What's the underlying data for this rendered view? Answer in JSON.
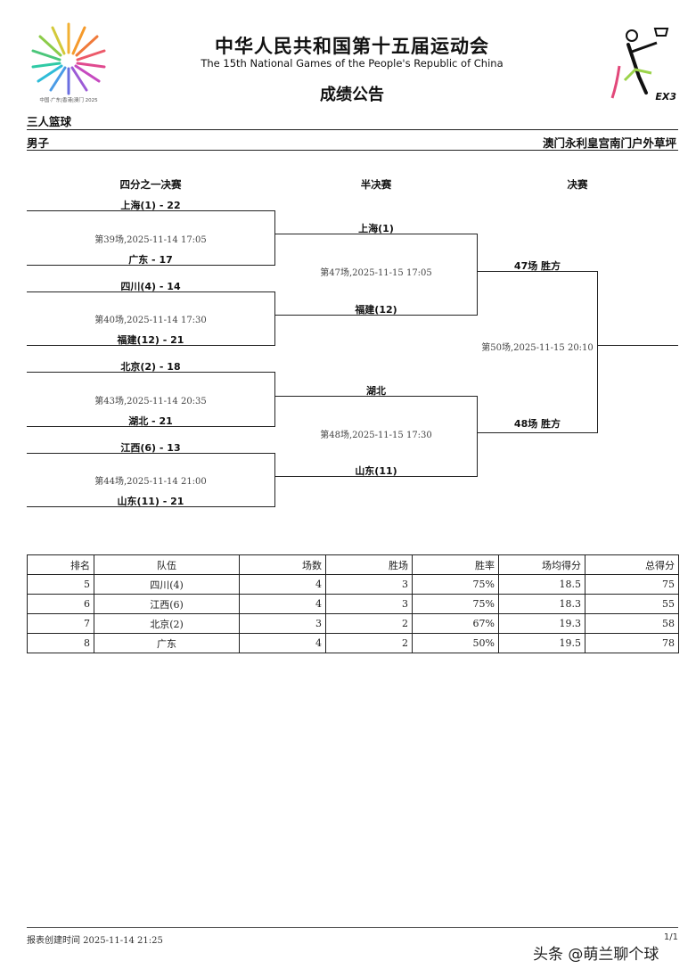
{
  "header": {
    "title_cn": "中华人民共和国第十五届运动会",
    "title_en": "The 15th National Games of the People's Republic of China",
    "notice": "成绩公告",
    "logo_caption": "中国·广东|香港|澳门 2025",
    "ex3_label": "EX3"
  },
  "meta": {
    "sport": "三人篮球",
    "gender": "男子",
    "venue": "澳门永利皇宫南门户外草坪"
  },
  "bracket": {
    "round_labels": {
      "qf": "四分之一决赛",
      "sf": "半决赛",
      "final": "决赛"
    },
    "quarterfinals": [
      {
        "top": "上海(1)  - 22",
        "bottom": "广东  - 17",
        "info": "第39场,2025-11-14  17:05"
      },
      {
        "top": "四川(4)  - 14",
        "bottom": "福建(12)  - 21",
        "info": "第40场,2025-11-14  17:30"
      },
      {
        "top": "北京(2)  - 18",
        "bottom": "湖北  - 21",
        "info": "第43场,2025-11-14  20:35"
      },
      {
        "top": "江西(6)  - 13",
        "bottom": "山东(11)  - 21",
        "info": "第44场,2025-11-14  21:00"
      }
    ],
    "semifinals": [
      {
        "top": "上海(1)",
        "bottom": "福建(12)",
        "info": "第47场,2025-11-15  17:05"
      },
      {
        "top": "湖北",
        "bottom": "山东(11)",
        "info": "第48场,2025-11-15  17:30"
      }
    ],
    "final": {
      "top": "47场  胜方",
      "bottom": "48场  胜方",
      "info": "第50场,2025-11-15  20:10"
    }
  },
  "ranking": {
    "headers": [
      "排名",
      "队伍",
      "场数",
      "胜场",
      "胜率",
      "场均得分",
      "总得分"
    ],
    "rows": [
      [
        "5",
        "四川(4)",
        "4",
        "3",
        "75%",
        "18.5",
        "75"
      ],
      [
        "6",
        "江西(6)",
        "4",
        "3",
        "75%",
        "18.3",
        "55"
      ],
      [
        "7",
        "北京(2)",
        "3",
        "2",
        "67%",
        "19.3",
        "58"
      ],
      [
        "8",
        "广东",
        "4",
        "2",
        "50%",
        "19.5",
        "78"
      ]
    ]
  },
  "footer": {
    "created": "报表创建时间  2025-11-14  21:25",
    "page": "1/1",
    "watermark": "头条 @萌兰聊个球"
  }
}
